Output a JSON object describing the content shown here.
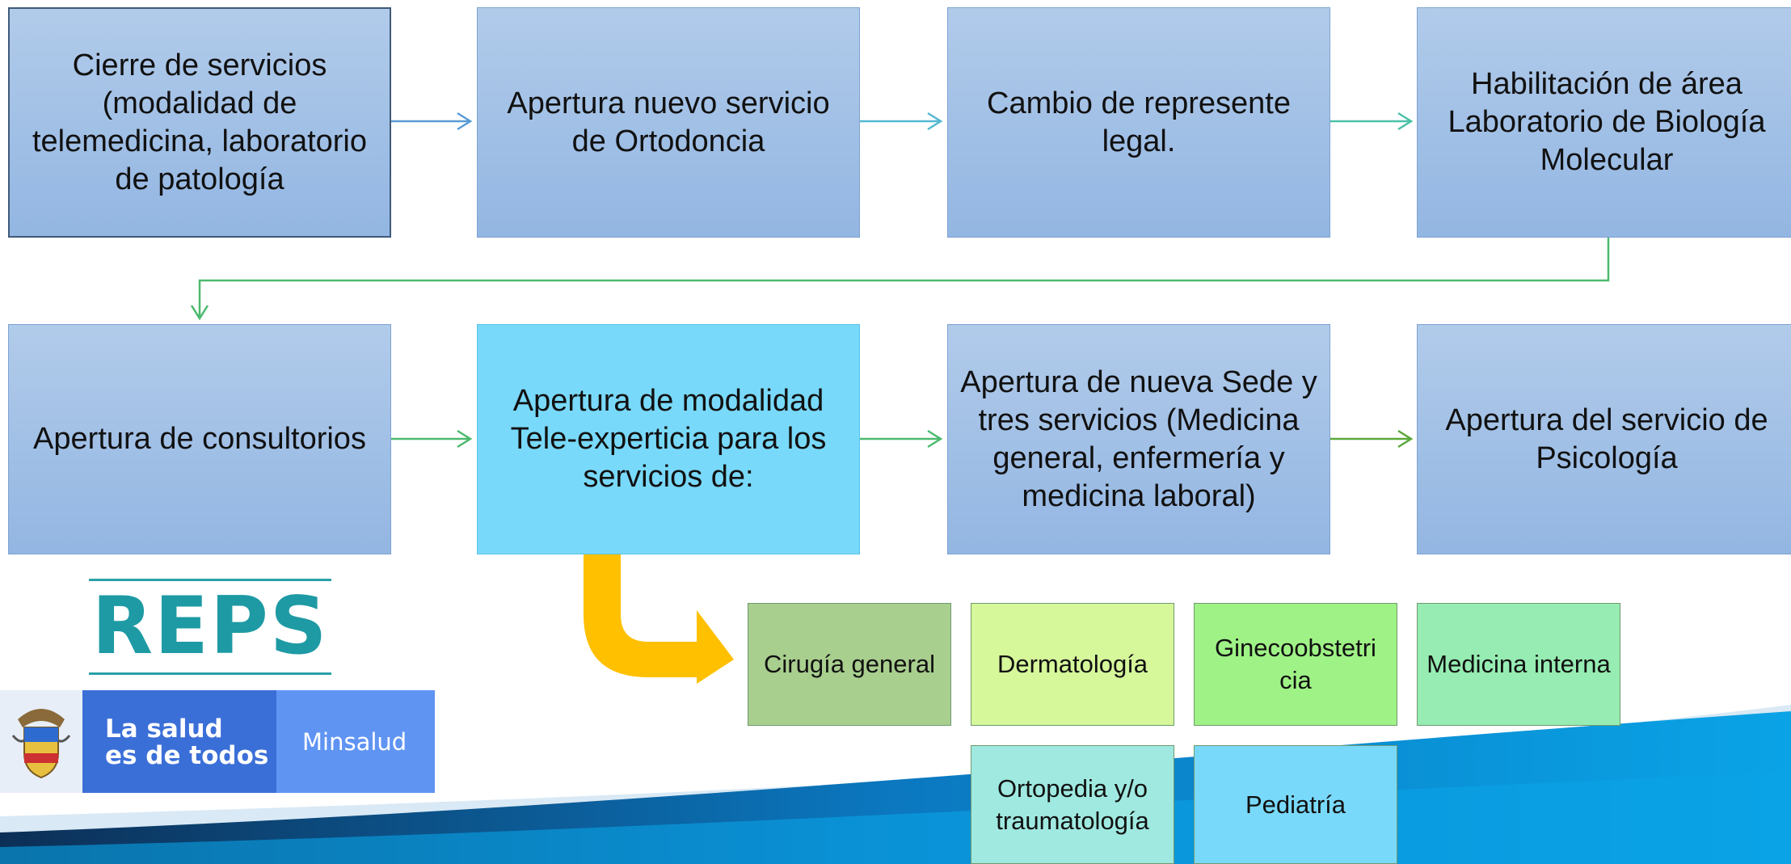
{
  "steps": [
    {
      "text": "Cierre de servicios (modalidad de telemedicina, laboratorio de patología"
    },
    {
      "text": "Apertura nuevo servicio de Ortodoncia"
    },
    {
      "text": "Cambio de represente legal."
    },
    {
      "text": "Habilitación de área Laboratorio de Biología Molecular"
    },
    {
      "text": "Apertura de consultorios"
    },
    {
      "text": "Apertura de modalidad Tele-experticia para los servicios de:"
    },
    {
      "text": "Apertura de nueva Sede y tres servicios (Medicina general, enfermería y medicina laboral)"
    },
    {
      "text": "Apertura del servicio de Psicología"
    }
  ],
  "services": [
    {
      "text": "Cirugía general",
      "color": "#a9cf8f"
    },
    {
      "text": "Dermatología",
      "color": "#d6f79a"
    },
    {
      "text": "Ginecoobstetri cia",
      "color": "#9ff286"
    },
    {
      "text": "Medicina interna",
      "color": "#96ecb2"
    },
    {
      "text": "Ortopedia y/o traumatología",
      "color": "#9fe9e0"
    },
    {
      "text": "Pediatría",
      "color": "#79d9fa"
    }
  ],
  "logo": {
    "reps": "REPS",
    "slogan_line1": "La salud",
    "slogan_line2": "es de todos",
    "ministry": "Minsalud"
  },
  "colors": {
    "arrow_blue": "#5a9bd5",
    "arrow_green": "#4cba6e",
    "big_arrow": "#ffc000",
    "footer_blue": "#0a8fd8"
  }
}
